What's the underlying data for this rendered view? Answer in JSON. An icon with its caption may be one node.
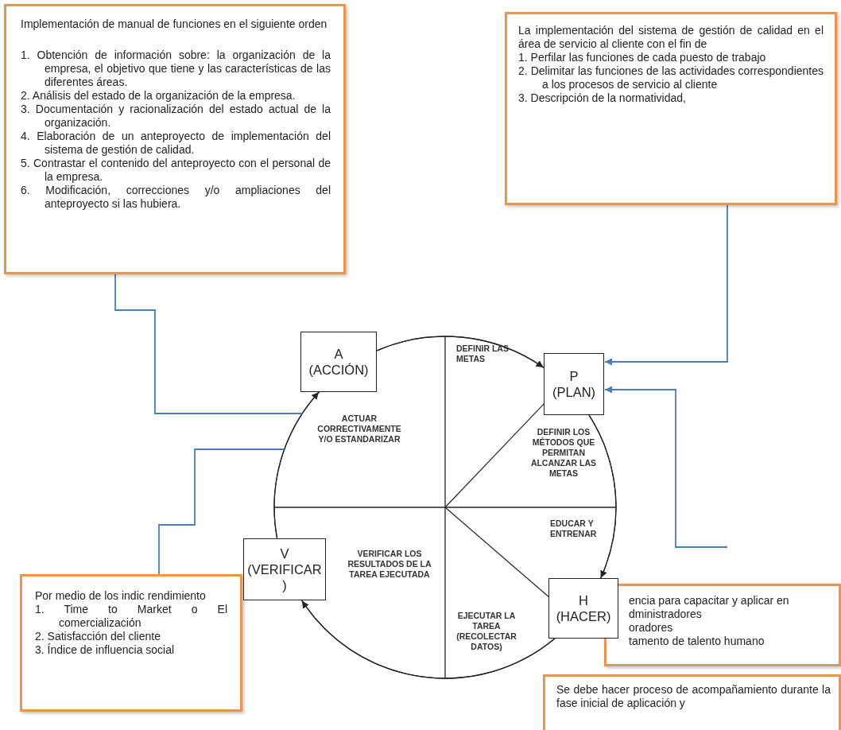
{
  "diagram": {
    "nodes": [
      {
        "text": [
          "Implementación de manual de funciones en el siguiente orden",
          "1. Obtención de información sobre: la organización de la empresa, el objetivo que tiene y las características de las diferentes áreas.",
          "2. Análisis del estado de la organización de la empresa.",
          "3. Documentación y racionalización del estado actual de la organización.",
          "4. Elaboración de un anteproyecto de implementación del sistema de gestión de calidad.",
          "5. Contrastar el contenido del anteproyecto con el personal de la empresa.",
          "6. Modificación, correcciones y/o ampliaciones del anteproyecto si las hubiera."
        ]
      },
      {
        "text": [
          "La implementación del sistema de gestión de calidad en el área de servicio al cliente con el fin de",
          "1. Perfilar las funciones de cada puesto de trabajo",
          "2. Delimitar las funciones de las actividades correspondientes a los procesos de servicio al cliente",
          "3. Descripción de la normatividad,"
        ]
      },
      {
        "text": [],
        "shape": "circle"
      },
      {
        "text": [
          "A (ACCIÓN)"
        ]
      },
      {
        "text": [
          "P (PLAN)"
        ]
      },
      {
        "text": [
          "V (VERIFICAR )"
        ]
      },
      {
        "text": [
          "H (HACER)"
        ]
      },
      {
        "text": [
          "Por medio de los indic rendimiento",
          "1. Time to Market o El comercialización",
          "2. Satisfacción del cliente",
          "3. Índice de influencia social"
        ]
      },
      {
        "text": [
          "encia para capacitar y aplicar en",
          "dministradores",
          "oradores",
          "tamento de talento humano"
        ]
      },
      {
        "text": [
          "Se debe hacer proceso de acompañamiento durante la fase inicial de aplicación y"
        ]
      }
    ],
    "edges": [
      {
        "from": 3,
        "to": 4,
        "arrow": "to"
      },
      {
        "from": 4,
        "to": 6,
        "arrow": "to"
      },
      {
        "from": 6,
        "to": 5,
        "arrow": "to"
      },
      {
        "from": 5,
        "to": 3,
        "arrow": "to"
      },
      {
        "from": 1,
        "to": 4,
        "arrow": "to",
        "color": "#4a7ebb"
      },
      {
        "from": null,
        "to": 4,
        "arrow": "to",
        "color": "#4a7ebb"
      },
      {
        "from": 0,
        "to": 2,
        "arrow": "none",
        "color": "#4a7ebb"
      },
      {
        "from": 7,
        "to": 2,
        "arrow": "none",
        "color": "#4a7ebb"
      }
    ],
    "labels": [
      "DEFINIR LAS METAS",
      "DEFINIR LOS MÉTODOS QUE PERMITAN ALCANZAR LAS METAS",
      "EDUCAR Y ENTRENAR",
      "EJECUTAR LA TAREA (RECOLECTAR DATOS)",
      "VERIFICAR LOS RESULTADOS DE LA TAREA EJECUTADA",
      "ACTUAR CORRECTIVAMENTE Y/O ESTANDARIZAR"
    ]
  }
}
